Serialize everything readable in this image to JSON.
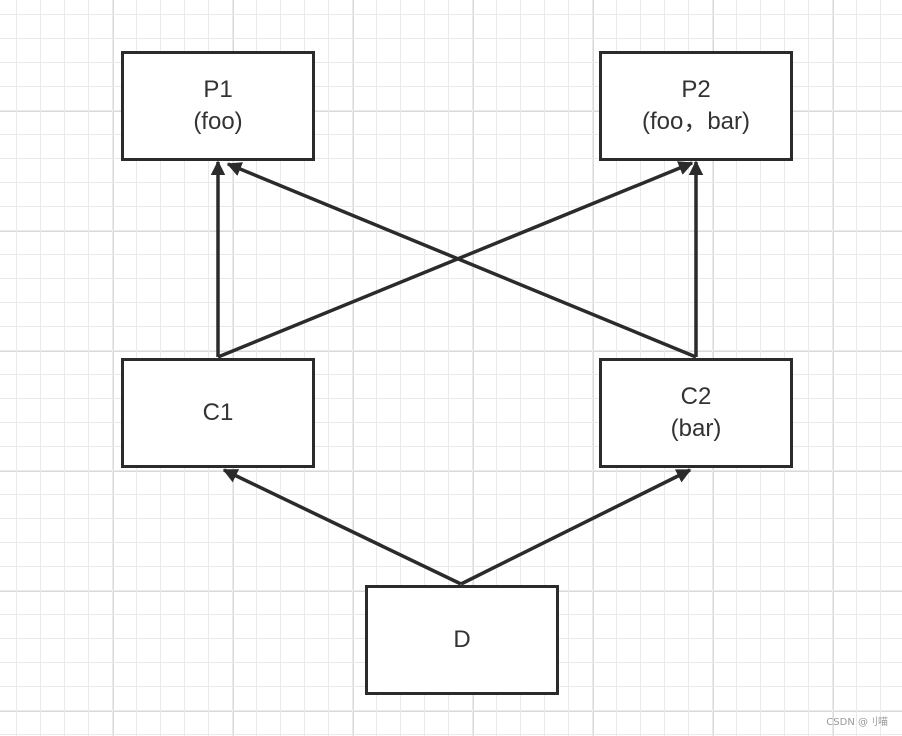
{
  "diagram": {
    "nodes": [
      {
        "id": "P1",
        "label": "P1",
        "sublabel": "(foo)"
      },
      {
        "id": "P2",
        "label": "P2",
        "sublabel": "(foo，bar)"
      },
      {
        "id": "C1",
        "label": "C1"
      },
      {
        "id": "C2",
        "label": "C2",
        "sublabel": "(bar)"
      },
      {
        "id": "D",
        "label": "D"
      }
    ],
    "edges": [
      {
        "from": "C1",
        "to": "P1"
      },
      {
        "from": "C1",
        "to": "P2"
      },
      {
        "from": "C2",
        "to": "P1"
      },
      {
        "from": "C2",
        "to": "P2"
      },
      {
        "from": "D",
        "to": "C1"
      },
      {
        "from": "D",
        "to": "C2"
      }
    ]
  },
  "watermark": "CSDN @刂喵",
  "colors": {
    "stroke": "#2b2b2b",
    "text": "#333333",
    "grid": "#e6e6e6"
  }
}
